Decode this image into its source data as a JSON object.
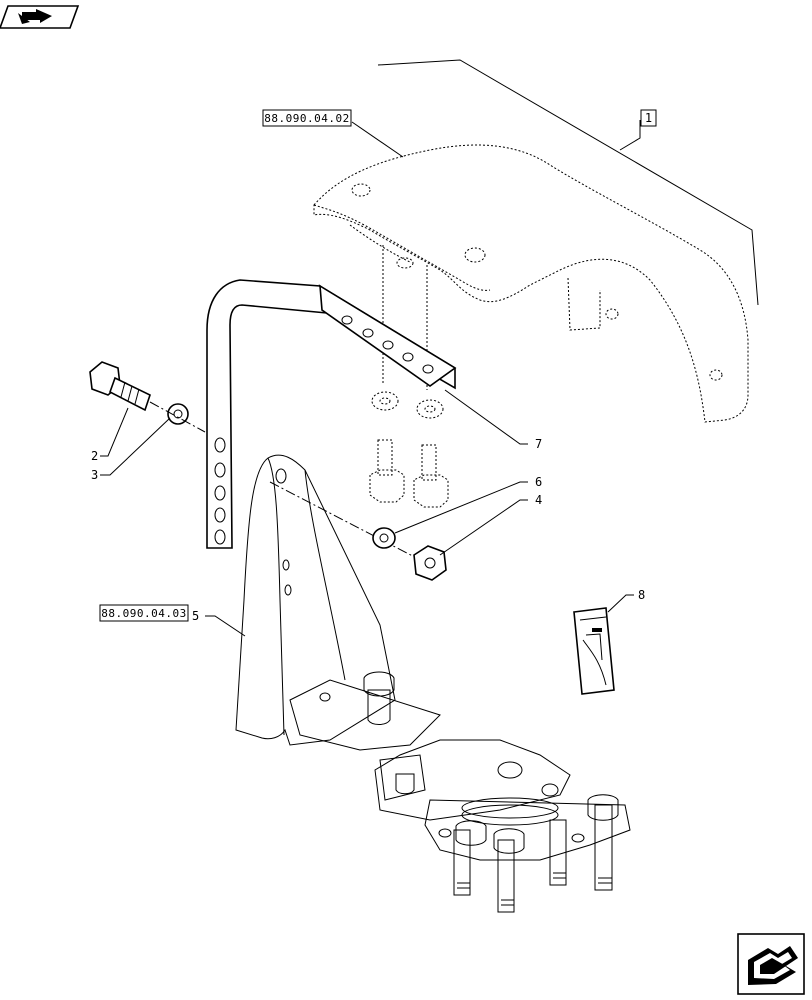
{
  "references": {
    "upper": "88.090.04.02",
    "lower": "88.090.04.03"
  },
  "callouts": {
    "c1": "1",
    "c2": "2",
    "c3": "3",
    "c4": "4",
    "c5": "5",
    "c6": "6",
    "c7": "7",
    "c8": "8"
  },
  "icons": {
    "top_left": "next-page-arrow-icon",
    "bottom_right": "previous-page-arrow-icon"
  }
}
